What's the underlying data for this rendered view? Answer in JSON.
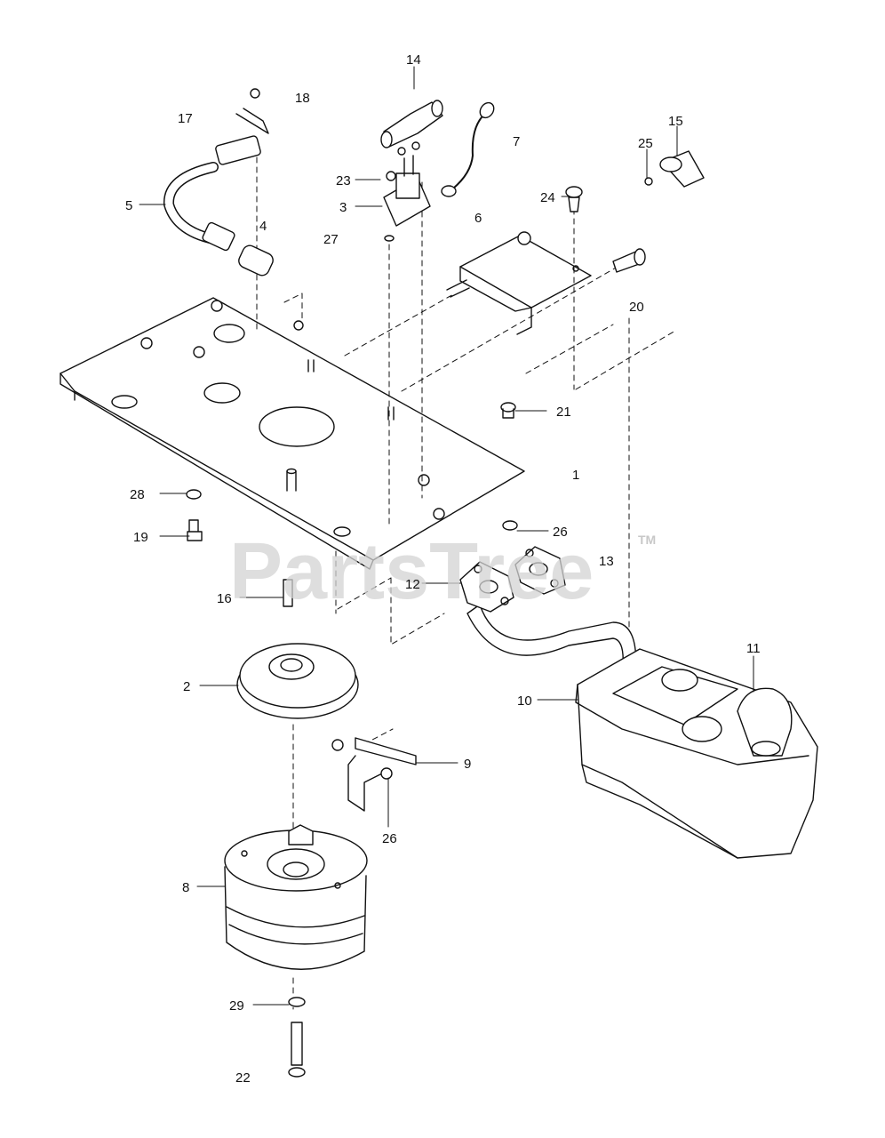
{
  "watermark": {
    "text": "PartsTree",
    "mark": "TM"
  },
  "callouts": {
    "c1": "1",
    "c2": "2",
    "c3": "3",
    "c4": "4",
    "c5": "5",
    "c6": "6",
    "c7": "7",
    "c8": "8",
    "c9": "9",
    "c10": "10",
    "c11": "11",
    "c12": "12",
    "c13": "13",
    "c14": "14",
    "c15": "15",
    "c16": "16",
    "c17": "17",
    "c18": "18",
    "c19": "19",
    "c20": "20",
    "c21": "21",
    "c22": "22",
    "c23": "23",
    "c24": "24",
    "c25": "25",
    "c26a": "26",
    "c26b": "26",
    "c27": "27",
    "c28": "28",
    "c29": "29"
  }
}
